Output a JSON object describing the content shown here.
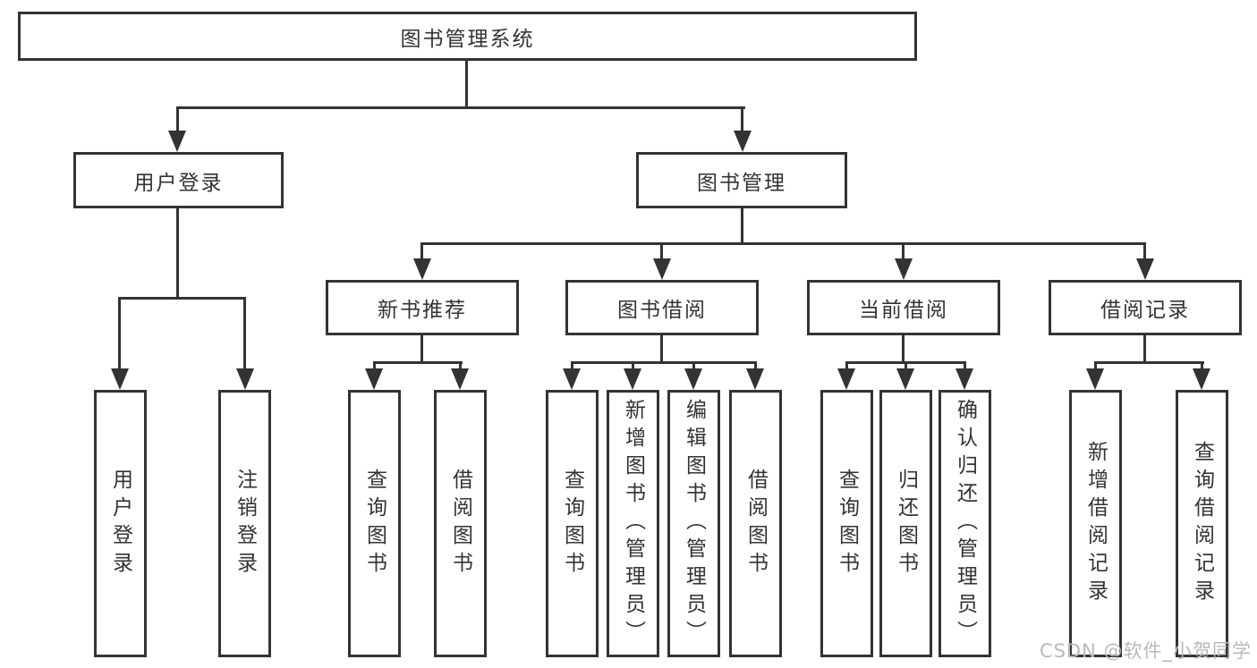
{
  "diagram": {
    "root": {
      "label": "图书管理系统"
    },
    "level2": {
      "user_login": {
        "label": "用户登录"
      },
      "book_mgmt": {
        "label": "图书管理"
      }
    },
    "level3": {
      "new_book_rec": {
        "label": "新书推荐"
      },
      "book_borrow": {
        "label": "图书借阅"
      },
      "current_borrow": {
        "label": "当前借阅"
      },
      "borrow_records": {
        "label": "借阅记录"
      }
    },
    "leaves": {
      "user_login": [
        "用户登录",
        "注销登录"
      ],
      "new_book_rec": [
        "查询图书",
        "借阅图书"
      ],
      "book_borrow": [
        "查询图书",
        "新增图书（管理员）",
        "编辑图书（管理员）",
        "借阅图书"
      ],
      "current_borrow": [
        "查询图书",
        "归还图书",
        "确认归还（管理员）"
      ],
      "borrow_records": [
        "新增借阅记录",
        "查询借阅记录"
      ]
    },
    "watermark": "CSDN @软件_小贺同学",
    "colors": {
      "line": "#333333",
      "text": "#333333",
      "box_background": "#ffffff",
      "page_background": "#ffffff",
      "watermark": "#b9b9b9"
    }
  }
}
